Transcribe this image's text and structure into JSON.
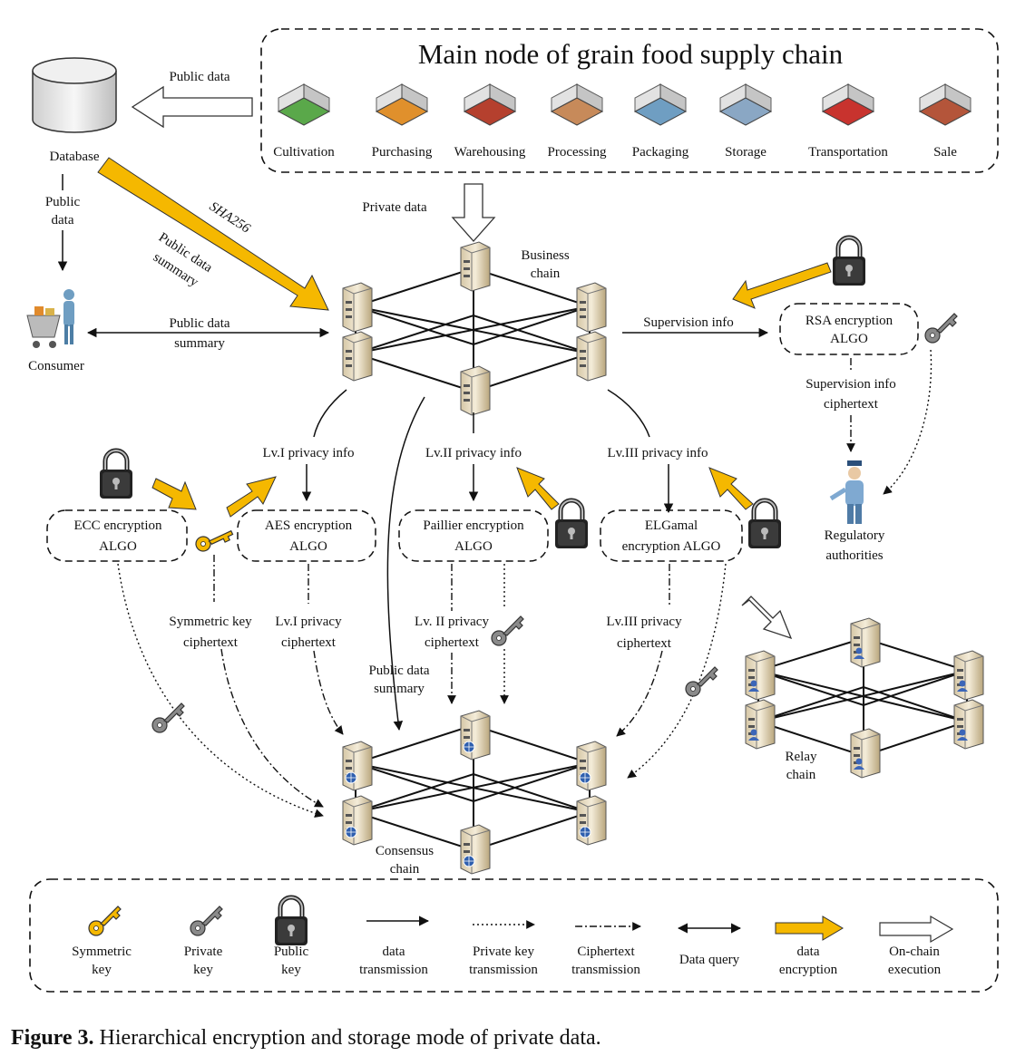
{
  "title": "Main node of grain food supply chain",
  "stages": [
    {
      "label": "Cultivation",
      "icon": "field-icon"
    },
    {
      "label": "Purchasing",
      "icon": "truck-icon"
    },
    {
      "label": "Warehousing",
      "icon": "barn-icon"
    },
    {
      "label": "Processing",
      "icon": "factory-icon"
    },
    {
      "label": "Packaging",
      "icon": "packer-icon"
    },
    {
      "label": "Storage",
      "icon": "storehouse-icon"
    },
    {
      "label": "Transportation",
      "icon": "lorry-icon"
    },
    {
      "label": "Sale",
      "icon": "shop-icon"
    }
  ],
  "nodes": {
    "database": "Database",
    "consumer": "Consumer",
    "business_chain": [
      "Business",
      "chain"
    ],
    "consensus_chain": [
      "Consensus",
      "chain"
    ],
    "relay_chain": [
      "Relay",
      "chain"
    ],
    "regulatory": [
      "Regulatory",
      "authorities"
    ]
  },
  "algorithms": {
    "rsa": [
      "RSA encryption",
      "ALGO"
    ],
    "ecc": [
      "ECC encryption",
      "ALGO"
    ],
    "aes": [
      "AES encryption",
      "ALGO"
    ],
    "paillier": [
      "Paillier encryption",
      "ALGO"
    ],
    "elgamal": [
      "ELGamal",
      "encryption ALGO"
    ]
  },
  "labels": {
    "public_data_top": "Public data",
    "public_data_left": [
      "Public",
      "data"
    ],
    "sha256": "SHA256",
    "public_summary_diag": [
      "Public data",
      "summary"
    ],
    "public_summary_mid": [
      "Public data",
      "summary"
    ],
    "private_data": "Private data",
    "supervision_info": "Supervision info",
    "supervision_cipher": [
      "Supervision info",
      "ciphertext"
    ],
    "lv1_info": "Lv.I  privacy info",
    "lv2_info": "Lv.II  privacy info",
    "lv3_info": "Lv.III privacy info",
    "sym_key_cipher": [
      "Symmetric key",
      "ciphertext"
    ],
    "lv1_cipher": [
      "Lv.I  privacy",
      "ciphertext"
    ],
    "lv2_cipher": [
      "Lv. II privacy",
      "ciphertext"
    ],
    "lv3_cipher": [
      "Lv.III  privacy",
      "ciphertext"
    ],
    "public_summary_bottom": [
      "Public data",
      "summary"
    ]
  },
  "legend": [
    {
      "label": [
        "Symmetric",
        "key"
      ],
      "kind": "symmetric-key"
    },
    {
      "label": [
        "Private",
        "key"
      ],
      "kind": "private-key"
    },
    {
      "label": [
        "Public",
        "key"
      ],
      "kind": "public-key"
    },
    {
      "label": [
        "data",
        "transmission"
      ],
      "kind": "solid-arrow"
    },
    {
      "label": [
        "Private key",
        "transmission"
      ],
      "kind": "dotted-arrow"
    },
    {
      "label": [
        "Ciphertext",
        "transmission"
      ],
      "kind": "dashdot-arrow"
    },
    {
      "label": [
        "Data query"
      ],
      "kind": "double-arrow"
    },
    {
      "label": [
        "data",
        "encryption"
      ],
      "kind": "gold-arrow"
    },
    {
      "label": [
        "On-chain",
        "execution"
      ],
      "kind": "hollow-arrow"
    }
  ],
  "caption": {
    "bold": "Figure 3.",
    "text": " Hierarchical encryption and storage mode of private data."
  },
  "colors": {
    "gold": "#f5b800",
    "key_gray": "#8a8a8a",
    "line": "#111111"
  }
}
